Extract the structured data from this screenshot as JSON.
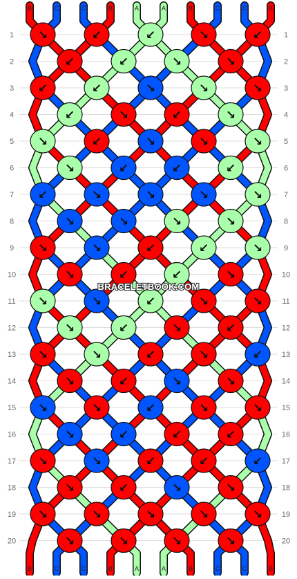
{
  "watermark": "BRACELETBOOK.COM",
  "colors": {
    "B": "#ff0000",
    "C": "#0055ff",
    "A": "#aaffaa"
  },
  "strings": {
    "top": [
      "B",
      "C",
      "C",
      "B",
      "A",
      "A",
      "B",
      "C",
      "C",
      "B"
    ],
    "bottom": [
      "B",
      "C",
      "C",
      "B",
      "A",
      "A",
      "B",
      "C",
      "C",
      "B"
    ]
  },
  "row_numbers": [
    "1",
    "2",
    "3",
    "4",
    "5",
    "6",
    "7",
    "8",
    "9",
    "10",
    "11",
    "12",
    "13",
    "14",
    "15",
    "16",
    "17",
    "18",
    "19",
    "20"
  ],
  "knots": [
    {
      "color": "B",
      "dir": "↘"
    },
    {
      "color": "B",
      "dir": "↙"
    },
    {
      "color": "A",
      "dir": "↙"
    },
    {
      "color": "B",
      "dir": "↘"
    },
    {
      "color": "B",
      "dir": "↙"
    },
    {
      "color": "B",
      "dir": "↙"
    },
    {
      "color": "A",
      "dir": "↙"
    },
    {
      "color": "A",
      "dir": "↘"
    },
    {
      "color": "B",
      "dir": "↘"
    },
    {
      "color": "B",
      "dir": "↙"
    },
    {
      "color": "A",
      "dir": "↙"
    },
    {
      "color": "C",
      "dir": "↘"
    },
    {
      "color": "A",
      "dir": "↘"
    },
    {
      "color": "B",
      "dir": "↘"
    },
    {
      "color": "A",
      "dir": "↙"
    },
    {
      "color": "B",
      "dir": "↘"
    },
    {
      "color": "B",
      "dir": "↙"
    },
    {
      "color": "A",
      "dir": "↘"
    },
    {
      "color": "A",
      "dir": "↘"
    },
    {
      "color": "B",
      "dir": "↙"
    },
    {
      "color": "C",
      "dir": "↘"
    },
    {
      "color": "B",
      "dir": "↘"
    },
    {
      "color": "A",
      "dir": "↘"
    },
    {
      "color": "A",
      "dir": "↘"
    },
    {
      "color": "C",
      "dir": "↙"
    },
    {
      "color": "C",
      "dir": "↙"
    },
    {
      "color": "A",
      "dir": "↙"
    },
    {
      "color": "C",
      "dir": "↙"
    },
    {
      "color": "C",
      "dir": "↘"
    },
    {
      "color": "C",
      "dir": "↘"
    },
    {
      "color": "C",
      "dir": "↘"
    },
    {
      "color": "A",
      "dir": "↘"
    },
    {
      "color": "C",
      "dir": "↘"
    },
    {
      "color": "C",
      "dir": "↘"
    },
    {
      "color": "A",
      "dir": "↘"
    },
    {
      "color": "A",
      "dir": "↘"
    },
    {
      "color": "B",
      "dir": "↘"
    },
    {
      "color": "C",
      "dir": "↘"
    },
    {
      "color": "B",
      "dir": "↙"
    },
    {
      "color": "A",
      "dir": "↙"
    },
    {
      "color": "A",
      "dir": "↘"
    },
    {
      "color": "B",
      "dir": "↘"
    },
    {
      "color": "B",
      "dir": "↙"
    },
    {
      "color": "A",
      "dir": "↙"
    },
    {
      "color": "B",
      "dir": "↘"
    },
    {
      "color": "A",
      "dir": "↘"
    },
    {
      "color": "C",
      "dir": "↘"
    },
    {
      "color": "A",
      "dir": "↙"
    },
    {
      "color": "B",
      "dir": "↘"
    },
    {
      "color": "B",
      "dir": "↘"
    },
    {
      "color": "A",
      "dir": "↘"
    },
    {
      "color": "A",
      "dir": "↙"
    },
    {
      "color": "B",
      "dir": "↘"
    },
    {
      "color": "B",
      "dir": "↙"
    },
    {
      "color": "B",
      "dir": "↘"
    },
    {
      "color": "A",
      "dir": "↘"
    },
    {
      "color": "B",
      "dir": "↙"
    },
    {
      "color": "B",
      "dir": "↘"
    },
    {
      "color": "C",
      "dir": "↙"
    },
    {
      "color": "B",
      "dir": "↘"
    },
    {
      "color": "B",
      "dir": "↙"
    },
    {
      "color": "C",
      "dir": "↘"
    },
    {
      "color": "B",
      "dir": "↘"
    },
    {
      "color": "C",
      "dir": "↘"
    },
    {
      "color": "B",
      "dir": "↘"
    },
    {
      "color": "C",
      "dir": "↙"
    },
    {
      "color": "B",
      "dir": "↘"
    },
    {
      "color": "B",
      "dir": "↘"
    },
    {
      "color": "C",
      "dir": "↘"
    },
    {
      "color": "C",
      "dir": "↙"
    },
    {
      "color": "B",
      "dir": "↙"
    },
    {
      "color": "B",
      "dir": "↙"
    },
    {
      "color": "B",
      "dir": "↘"
    },
    {
      "color": "C",
      "dir": "↘"
    },
    {
      "color": "B",
      "dir": "↙"
    },
    {
      "color": "B",
      "dir": "↙"
    },
    {
      "color": "C",
      "dir": "↙"
    },
    {
      "color": "B",
      "dir": "↘"
    },
    {
      "color": "B",
      "dir": "↙"
    },
    {
      "color": "C",
      "dir": "↘"
    }
  ]
}
